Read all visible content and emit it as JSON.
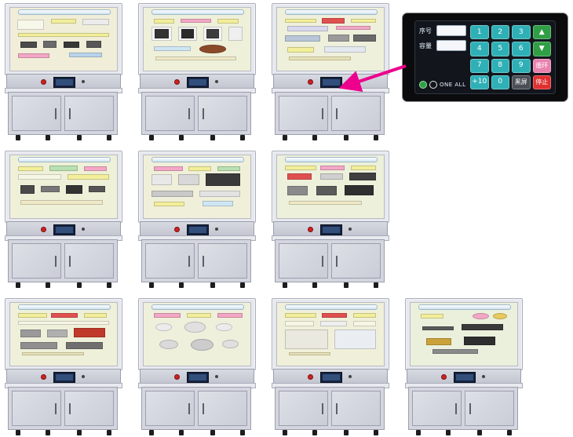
{
  "page": {
    "background": "#ffffff"
  },
  "colors": {
    "arrow": "#ec008c",
    "btn_num": "#2fb0b6",
    "btn_updown": "#2f9e44",
    "btn_cycle": "#e882ae",
    "btn_dark": "#4a4f57",
    "btn_stop": "#e03030",
    "screen": "#16233f"
  },
  "keypad": {
    "fields": [
      {
        "label": "序号"
      },
      {
        "label": "容量"
      }
    ],
    "one_all_label": "ONE ALL",
    "buttons": [
      [
        {
          "t": "1",
          "k": "num"
        },
        {
          "t": "2",
          "k": "num"
        },
        {
          "t": "3",
          "k": "num"
        },
        {
          "t": "▲",
          "k": "up"
        }
      ],
      [
        {
          "t": "4",
          "k": "num"
        },
        {
          "t": "5",
          "k": "num"
        },
        {
          "t": "6",
          "k": "num"
        },
        {
          "t": "▼",
          "k": "down"
        }
      ],
      [
        {
          "t": "7",
          "k": "num"
        },
        {
          "t": "8",
          "k": "num"
        },
        {
          "t": "9",
          "k": "num"
        },
        {
          "t": "循环",
          "k": "cycle"
        }
      ],
      [
        {
          "t": "+10",
          "k": "num"
        },
        {
          "t": "0",
          "k": "num"
        },
        {
          "t": "黑屏",
          "k": "dark"
        },
        {
          "t": "停止",
          "k": "stop"
        }
      ]
    ]
  },
  "cabinets": [
    {
      "id": 1,
      "row": 0,
      "col": 0,
      "bg": "#f0eed8",
      "chips": [
        [
          5,
          6,
          26,
          20,
          "#f7f7ea"
        ],
        [
          38,
          4,
          24,
          9,
          "#f2ee9b"
        ],
        [
          68,
          4,
          26,
          12,
          "#ececec"
        ],
        [
          6,
          32,
          88,
          7,
          "#f2ee9b"
        ],
        [
          8,
          48,
          16,
          11,
          "#4a4a4a"
        ],
        [
          30,
          46,
          13,
          13,
          "#6a6a6a"
        ],
        [
          50,
          48,
          15,
          11,
          "#383838"
        ],
        [
          72,
          46,
          14,
          13,
          "#575757"
        ],
        [
          6,
          70,
          30,
          9,
          "#f3a7c6"
        ],
        [
          55,
          68,
          32,
          10,
          "#b9d4ea"
        ]
      ]
    },
    {
      "id": 2,
      "row": 0,
      "col": 1,
      "bg": "#eef0da",
      "chips": [
        [
          8,
          4,
          20,
          9,
          "#f2ee9b"
        ],
        [
          34,
          4,
          30,
          8,
          "#f3a7c6"
        ],
        [
          70,
          4,
          20,
          9,
          "#f2ee9b"
        ],
        [
          6,
          20,
          20,
          26,
          "#f5f5f5"
        ],
        [
          32,
          20,
          18,
          26,
          "#f0f0f0"
        ],
        [
          56,
          20,
          18,
          26,
          "#f5f5f5"
        ],
        [
          80,
          20,
          14,
          26,
          "#efefef"
        ],
        [
          9,
          24,
          14,
          18,
          "#333333"
        ],
        [
          35,
          24,
          12,
          18,
          "#2a2a2a"
        ],
        [
          59,
          24,
          12,
          18,
          "#3d3d3d"
        ],
        [
          8,
          56,
          36,
          9,
          "#cfe6f4"
        ],
        [
          52,
          54,
          26,
          16,
          "#8a4a2a",
          1
        ],
        [
          10,
          76,
          78,
          8,
          "#efe9c8"
        ]
      ]
    },
    {
      "id": 3,
      "row": 0,
      "col": 2,
      "bg": "#eff0db",
      "chips": [
        [
          6,
          4,
          30,
          8,
          "#f2ee9b"
        ],
        [
          42,
          3,
          22,
          10,
          "#e05050"
        ],
        [
          70,
          4,
          24,
          8,
          "#f2ee9b"
        ],
        [
          8,
          18,
          40,
          10,
          "#d8d8ee"
        ],
        [
          55,
          18,
          34,
          8,
          "#f3a7c6"
        ],
        [
          6,
          36,
          34,
          12,
          "#b8c6d8"
        ],
        [
          48,
          34,
          20,
          14,
          "#9a9a9a"
        ],
        [
          72,
          34,
          22,
          14,
          "#6a6a6a"
        ],
        [
          8,
          58,
          26,
          10,
          "#f2ee9b"
        ],
        [
          44,
          56,
          40,
          12,
          "#e3e9ef"
        ],
        [
          10,
          76,
          60,
          7,
          "#e8e2b8"
        ]
      ]
    },
    {
      "id": 4,
      "row": 1,
      "col": 0,
      "bg": "#eef0d8",
      "chips": [
        [
          6,
          4,
          24,
          9,
          "#f2ee9b"
        ],
        [
          36,
          3,
          28,
          10,
          "#b9e0b1"
        ],
        [
          70,
          4,
          22,
          9,
          "#f3a7c6"
        ],
        [
          6,
          20,
          42,
          10,
          "#f6f6e4"
        ],
        [
          54,
          20,
          40,
          10,
          "#f2ee9b"
        ],
        [
          8,
          40,
          14,
          16,
          "#4a4a4a"
        ],
        [
          28,
          42,
          18,
          12,
          "#777777"
        ],
        [
          52,
          40,
          16,
          16,
          "#333333"
        ],
        [
          74,
          42,
          16,
          12,
          "#555555"
        ],
        [
          8,
          68,
          80,
          9,
          "#efe9c8"
        ]
      ]
    },
    {
      "id": 5,
      "row": 1,
      "col": 1,
      "bg": "#f0efd9",
      "chips": [
        [
          8,
          4,
          28,
          9,
          "#f3a7c6"
        ],
        [
          42,
          4,
          22,
          9,
          "#f2ee9b"
        ],
        [
          70,
          4,
          22,
          9,
          "#b9e0b1"
        ],
        [
          6,
          20,
          20,
          20,
          "#e8e8e8"
        ],
        [
          32,
          20,
          20,
          20,
          "#d8d8d8"
        ],
        [
          58,
          18,
          34,
          24,
          "#3a3a3a"
        ],
        [
          6,
          50,
          40,
          12,
          "#c9c9c9"
        ],
        [
          52,
          50,
          40,
          12,
          "#e3e3e3"
        ],
        [
          8,
          72,
          30,
          8,
          "#f2ee9b"
        ],
        [
          55,
          70,
          30,
          10,
          "#cfe6f4"
        ]
      ]
    },
    {
      "id": 6,
      "row": 1,
      "col": 2,
      "bg": "#edf0da",
      "chips": [
        [
          6,
          3,
          30,
          9,
          "#f2ee9b"
        ],
        [
          40,
          3,
          24,
          9,
          "#f3a7c6"
        ],
        [
          70,
          3,
          24,
          9,
          "#f2ee9b"
        ],
        [
          8,
          18,
          24,
          12,
          "#e05050"
        ],
        [
          40,
          18,
          22,
          12,
          "#cfcfcf"
        ],
        [
          68,
          16,
          26,
          16,
          "#3f3f3f"
        ],
        [
          8,
          42,
          20,
          18,
          "#8a8a8a"
        ],
        [
          36,
          42,
          20,
          18,
          "#5a5a5a"
        ],
        [
          64,
          40,
          28,
          20,
          "#2f2f2f"
        ],
        [
          10,
          70,
          70,
          8,
          "#efe9c8"
        ]
      ]
    },
    {
      "id": 7,
      "row": 2,
      "col": 0,
      "bg": "#eff0d9",
      "chips": [
        [
          6,
          3,
          28,
          9,
          "#f2ee9b"
        ],
        [
          38,
          3,
          26,
          9,
          "#e05050"
        ],
        [
          70,
          3,
          22,
          9,
          "#f2ee9b"
        ],
        [
          6,
          18,
          88,
          8,
          "#f6f6e4"
        ],
        [
          8,
          34,
          20,
          16,
          "#9a9a9a"
        ],
        [
          34,
          34,
          20,
          16,
          "#b0b0b0"
        ],
        [
          60,
          32,
          30,
          18,
          "#c0392b"
        ],
        [
          8,
          58,
          36,
          14,
          "#8f8f8f"
        ],
        [
          52,
          58,
          36,
          14,
          "#6f6f6f"
        ],
        [
          10,
          78,
          60,
          6,
          "#e8e2b8"
        ]
      ]
    },
    {
      "id": 8,
      "row": 2,
      "col": 1,
      "bg": "#eef0db",
      "chips": [
        [
          8,
          3,
          26,
          9,
          "#f3a7c6"
        ],
        [
          40,
          3,
          24,
          9,
          "#f2ee9b"
        ],
        [
          70,
          3,
          24,
          9,
          "#f3a7c6"
        ],
        [
          10,
          22,
          16,
          16,
          "#ececec",
          1
        ],
        [
          38,
          20,
          20,
          20,
          "#e0e0e0",
          1
        ],
        [
          68,
          22,
          16,
          16,
          "#ececec",
          1
        ],
        [
          14,
          54,
          18,
          18,
          "#dadada",
          1
        ],
        [
          44,
          52,
          22,
          22,
          "#cccccc",
          1
        ],
        [
          74,
          54,
          16,
          16,
          "#e0e0e0",
          1
        ]
      ]
    },
    {
      "id": 9,
      "row": 2,
      "col": 2,
      "bg": "#f0f0da",
      "chips": [
        [
          6,
          3,
          30,
          9,
          "#f2ee9b"
        ],
        [
          42,
          3,
          24,
          9,
          "#e05050"
        ],
        [
          72,
          3,
          22,
          9,
          "#f2ee9b"
        ],
        [
          6,
          18,
          28,
          10,
          "#f6f6e4"
        ],
        [
          40,
          18,
          26,
          10,
          "#efefef"
        ],
        [
          72,
          18,
          22,
          10,
          "#f6f6e4"
        ],
        [
          6,
          34,
          42,
          38,
          "#e9e9df"
        ],
        [
          54,
          34,
          40,
          38,
          "#eaeef2"
        ],
        [
          10,
          78,
          40,
          6,
          "#e8e2b8"
        ]
      ]
    },
    {
      "id": 10,
      "row": 2,
      "col": 3,
      "bg": "#eaf0dc",
      "chips": [
        [
          8,
          4,
          22,
          10,
          "#f2ee9b"
        ],
        [
          58,
          3,
          16,
          12,
          "#f3a7c6",
          1
        ],
        [
          78,
          3,
          14,
          12,
          "#e7c95e",
          1
        ],
        [
          10,
          28,
          30,
          8,
          "#5a5a5a"
        ],
        [
          48,
          24,
          40,
          12,
          "#3a3a3a"
        ],
        [
          14,
          50,
          24,
          14,
          "#caa23a"
        ],
        [
          50,
          48,
          30,
          16,
          "#2e2e2e"
        ],
        [
          20,
          72,
          44,
          8,
          "#8a8a8a"
        ]
      ]
    }
  ]
}
